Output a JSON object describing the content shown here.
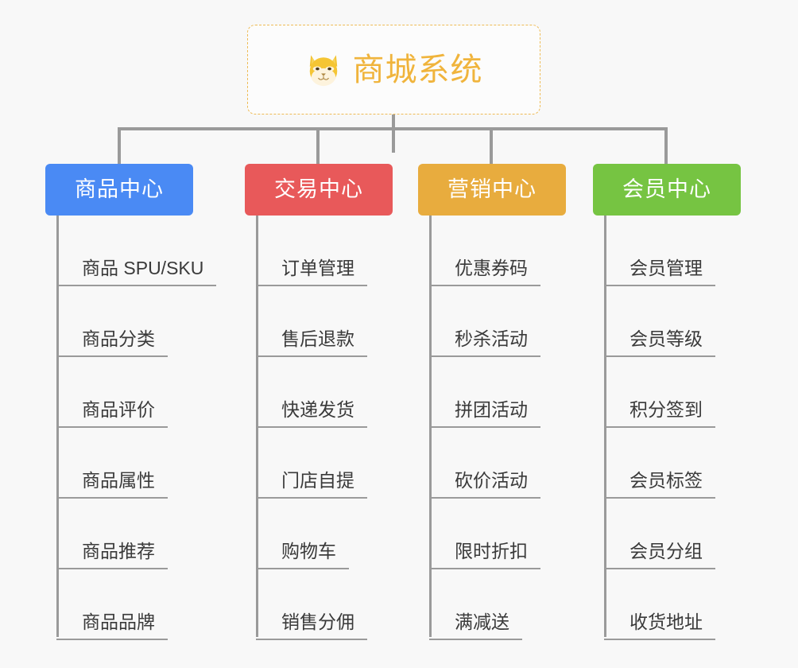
{
  "diagram": {
    "type": "org-chart",
    "background_color": "#f8f8f8",
    "root": {
      "title": "商城系统",
      "icon": "shiba-inu-dog-face-icon",
      "border_color": "#eebb55",
      "text_color": "#f0b43c"
    },
    "connector_color": "#9a9a9a",
    "branches": [
      {
        "label": "商品中心",
        "color": "#4a8af4",
        "items": [
          "商品 SPU/SKU",
          "商品分类",
          "商品评价",
          "商品属性",
          "商品推荐",
          "商品品牌"
        ]
      },
      {
        "label": "交易中心",
        "color": "#e8595a",
        "items": [
          "订单管理",
          "售后退款",
          "快递发货",
          "门店自提",
          "购物车",
          "销售分佣"
        ]
      },
      {
        "label": "营销中心",
        "color": "#e8ac3e",
        "items": [
          "优惠券码",
          "秒杀活动",
          "拼团活动",
          "砍价活动",
          "限时折扣",
          "满减送"
        ]
      },
      {
        "label": "会员中心",
        "color": "#76c442",
        "items": [
          "会员管理",
          "会员等级",
          "积分签到",
          "会员标签",
          "会员分组",
          "收货地址"
        ]
      }
    ]
  }
}
